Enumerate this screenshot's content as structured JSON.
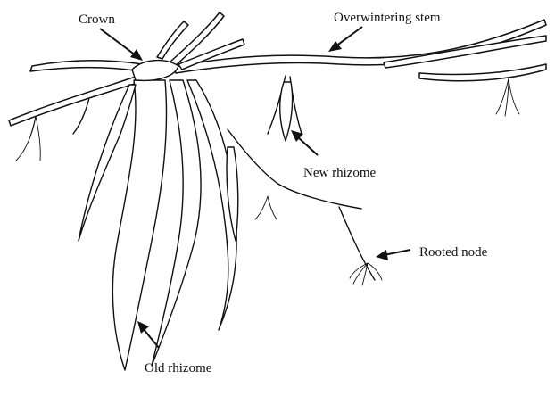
{
  "labels": {
    "crown": "Crown",
    "overwintering_stem": "Overwintering stem",
    "new_rhizome": "New rhizome",
    "rooted_node": "Rooted node",
    "old_rhizome": "Old rhizome"
  },
  "colors": {
    "ink": "#111111",
    "background": "#ffffff"
  }
}
